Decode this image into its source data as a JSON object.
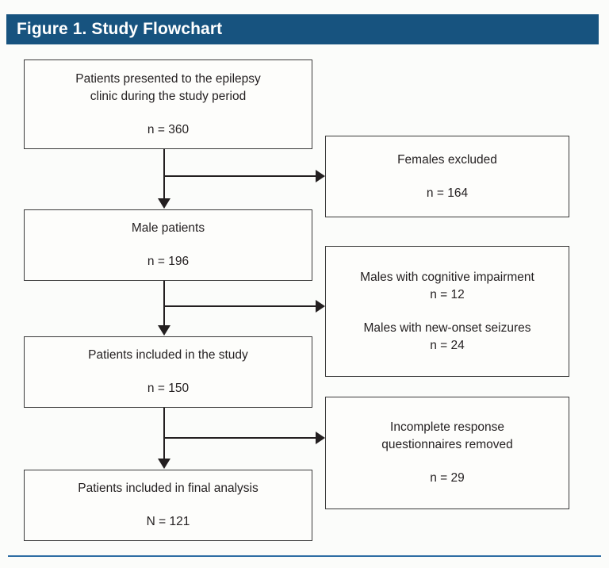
{
  "header": {
    "title": "Figure 1. Study Flowchart",
    "background_color": "#17537f",
    "text_color": "#ffffff"
  },
  "colors": {
    "page_background": "#fbfcfa",
    "box_border": "#3a3a3a",
    "box_fill": "#fdfdfb",
    "connector": "#231f20",
    "bottom_rule": "#2e6da4"
  },
  "flow": {
    "main_boxes": [
      {
        "id": "screened",
        "lines": [
          "Patients presented to the epilepsy",
          "clinic during the study period"
        ],
        "count_label": "n = 360"
      },
      {
        "id": "males",
        "lines": [
          "Male patients"
        ],
        "count_label": "n = 196"
      },
      {
        "id": "included",
        "lines": [
          "Patients included in the study"
        ],
        "count_label": "n = 150"
      },
      {
        "id": "final",
        "lines": [
          "Patients included in final analysis"
        ],
        "count_label": "N = 121"
      }
    ],
    "exclusion_boxes": [
      {
        "id": "females-excluded",
        "groups": [
          {
            "lines": [
              "Females excluded"
            ],
            "count_label": "n = 164"
          }
        ]
      },
      {
        "id": "males-excluded",
        "groups": [
          {
            "lines": [
              "Males with cognitive impairment"
            ],
            "count_label": "n = 12"
          },
          {
            "lines": [
              "Males with new-onset seizures"
            ],
            "count_label": "n = 24"
          }
        ]
      },
      {
        "id": "incomplete-removed",
        "groups": [
          {
            "lines": [
              "Incomplete response",
              "questionnaires removed"
            ],
            "count_label": "n = 29"
          }
        ]
      }
    ]
  }
}
